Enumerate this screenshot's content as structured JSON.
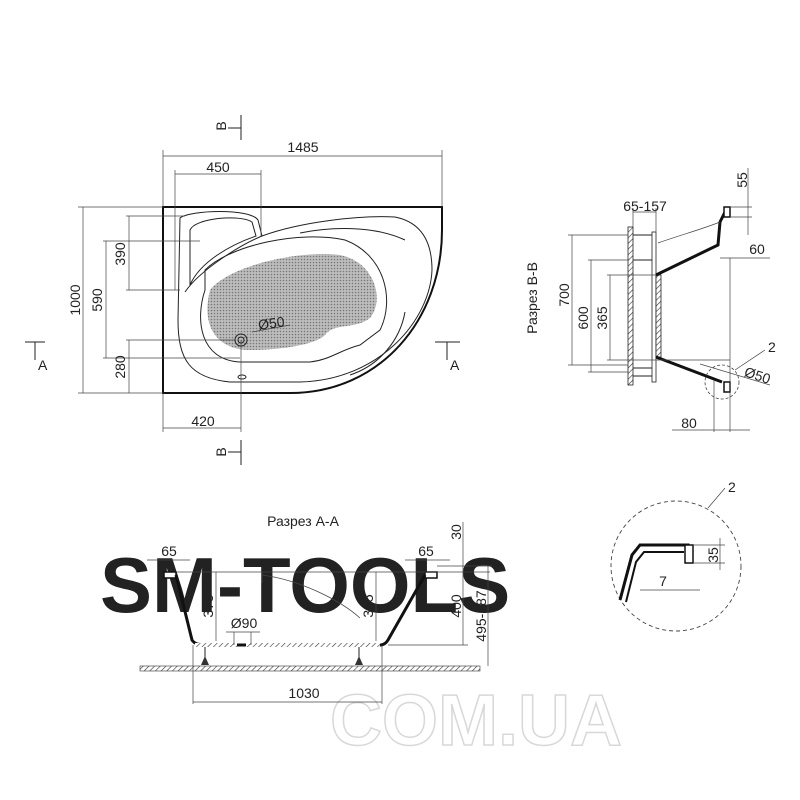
{
  "watermark": {
    "line1": "SM-TOOLS",
    "line2": "COM.UA",
    "color": "#f6c9a0"
  },
  "plan_view": {
    "width_total": "1485",
    "width_seat": "450",
    "depth_total": "1000",
    "dim_590": "590",
    "dim_390": "390",
    "dim_280": "280",
    "dim_420": "420",
    "drain": "Ø50",
    "section_a_left": "A",
    "section_a_right": "A",
    "section_b_top": "B",
    "section_b_bottom": "B"
  },
  "section_bb": {
    "title": "Разрез B-B",
    "dim_65_157": "65-157",
    "dim_55": "55",
    "dim_60": "60",
    "dim_700": "700",
    "dim_600": "600",
    "dim_365": "365",
    "callout": "2",
    "drain": "Ø50",
    "dim_80": "80"
  },
  "section_aa": {
    "title": "Разрез A-A",
    "rim_left": "65",
    "rim_right": "65",
    "dim_30": "30",
    "dim_375": "375",
    "drain": "Ø90",
    "dim_365": "365",
    "dim_400": "400",
    "dim_495_587": "495-587",
    "dim_1030": "1030"
  },
  "detail": {
    "callout": "2",
    "dim_35": "35",
    "dim_7": "7"
  },
  "colors": {
    "line": "#222222",
    "fill_grey": "#9a9a9a"
  }
}
